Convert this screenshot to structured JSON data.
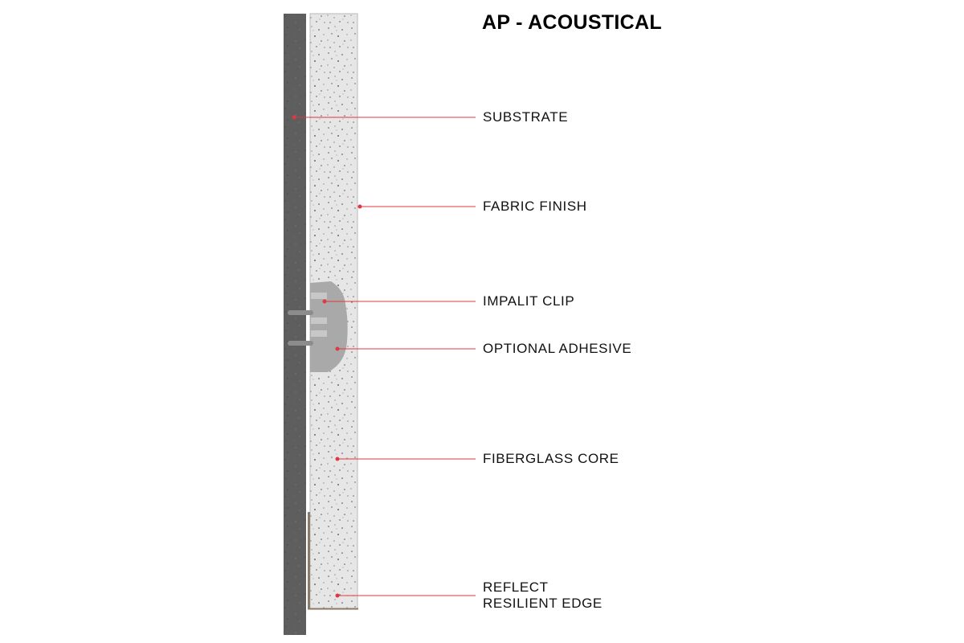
{
  "title": "AP - ACOUSTICAL",
  "callouts": [
    {
      "id": "substrate",
      "lines": [
        "SUBSTRATE"
      ]
    },
    {
      "id": "fabric-finish",
      "lines": [
        "FABRIC FINISH"
      ]
    },
    {
      "id": "impalit-clip",
      "lines": [
        "IMPALIT CLIP"
      ]
    },
    {
      "id": "optional-adhesive",
      "lines": [
        "OPTIONAL ADHESIVE"
      ]
    },
    {
      "id": "fiberglass-core",
      "lines": [
        "FIBERGLASS CORE"
      ]
    },
    {
      "id": "reflect-resilient-edge",
      "lines": [
        "REFLECT",
        "RESILIENT EDGE"
      ]
    }
  ],
  "colors": {
    "leader": "#e0383e",
    "substrate": "#5e5e5e",
    "core": "#e6e6e6",
    "clip": "#a9a9a9",
    "edge": "#8a7a6a"
  }
}
